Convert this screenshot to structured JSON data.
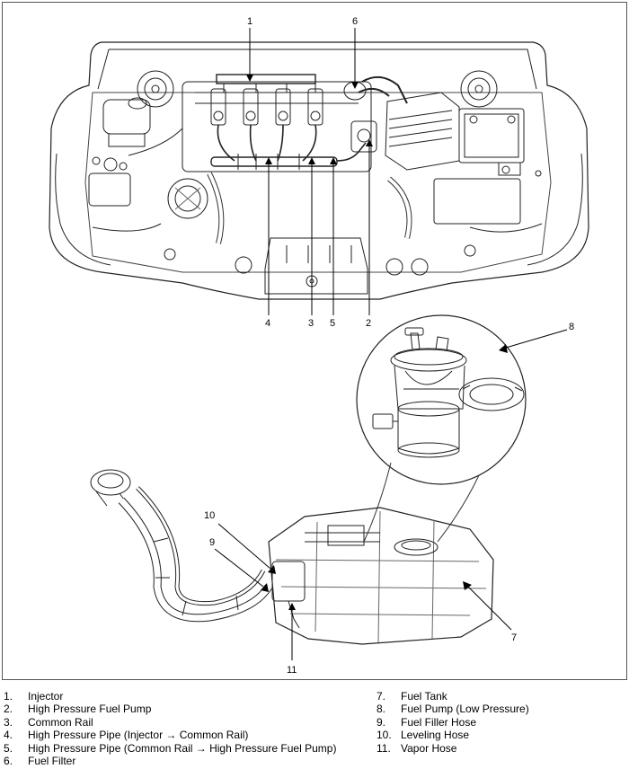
{
  "callouts": [
    {
      "id": "1",
      "label": "1"
    },
    {
      "id": "2",
      "label": "2"
    },
    {
      "id": "3",
      "label": "3"
    },
    {
      "id": "4",
      "label": "4"
    },
    {
      "id": "5",
      "label": "5"
    },
    {
      "id": "6",
      "label": "6"
    },
    {
      "id": "7",
      "label": "7"
    },
    {
      "id": "8",
      "label": "8"
    },
    {
      "id": "9",
      "label": "9"
    },
    {
      "id": "10",
      "label": "10"
    },
    {
      "id": "11",
      "label": "11"
    }
  ],
  "legend": {
    "left": [
      {
        "num": "1.",
        "text": "Injector"
      },
      {
        "num": "2.",
        "text": "High Pressure Fuel Pump"
      },
      {
        "num": "3.",
        "text": "Common Rail"
      },
      {
        "num": "4.",
        "text": "High Pressure Pipe (Injector → Common Rail)"
      },
      {
        "num": "5.",
        "text": "High Pressure Pipe (Common Rail → High Pressure Fuel Pump)"
      },
      {
        "num": "6.",
        "text": "Fuel Filter"
      }
    ],
    "right": [
      {
        "num": "7.",
        "text": "Fuel Tank"
      },
      {
        "num": "8.",
        "text": "Fuel Pump (Low Pressure)"
      },
      {
        "num": "9.",
        "text": "Fuel Filler Hose"
      },
      {
        "num": "10.",
        "text": "Leveling Hose"
      },
      {
        "num": "11.",
        "text": "Vapor Hose"
      }
    ]
  }
}
